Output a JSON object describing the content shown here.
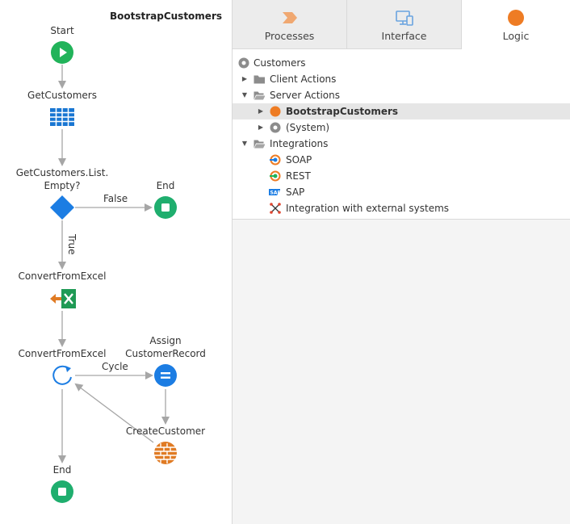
{
  "flow": {
    "title": "BootstrapCustomers",
    "nodes": {
      "start": "Start",
      "get_customers": "GetCustomers",
      "if_empty_line1": "GetCustomers.List.",
      "if_empty_line2": "Empty?",
      "end_top": "End",
      "convert_excel": "ConvertFromExcel",
      "for_each": "ConvertFromExcel",
      "assign_line1": "Assign",
      "assign_line2": "CustomerRecord",
      "create_customer": "CreateCustomer",
      "end_bottom": "End"
    },
    "edges": {
      "false": "False",
      "true": "True",
      "cycle": "Cycle"
    }
  },
  "tabs": [
    {
      "label": "Processes",
      "icon": "processes-icon"
    },
    {
      "label": "Interface",
      "icon": "interface-icon"
    },
    {
      "label": "Logic",
      "icon": "logic-icon",
      "active": true
    }
  ],
  "tree": {
    "root": "Customers",
    "client_actions": "Client Actions",
    "server_actions": "Server Actions",
    "bootstrap": "BootstrapCustomers",
    "system": "(System)",
    "integrations": "Integrations",
    "soap": "SOAP",
    "rest": "REST",
    "sap": "SAP",
    "external": "Integration with external systems"
  },
  "colors": {
    "start_green": "#21b35a",
    "end_green": "#1fae6e",
    "if_blue": "#1c7de3",
    "query_blue": "#1976d2",
    "assign_blue": "#1c7de3",
    "excel_green": "#1f9a55",
    "excel_orange": "#e07b24",
    "create_orange": "#e07b24",
    "connector_gray": "#a6a6a6",
    "logic_orange": "#ee7c24"
  }
}
